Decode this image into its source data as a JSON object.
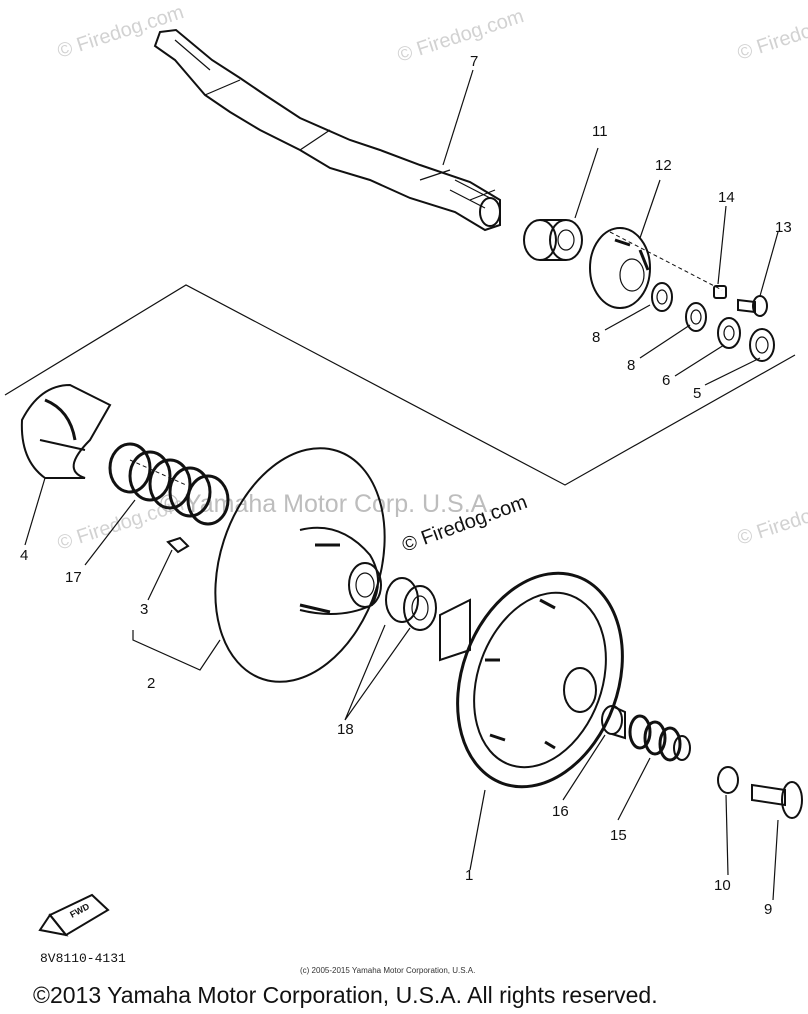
{
  "watermarks": {
    "firedog_small": "© Firedog.com",
    "firedog_center": "© Firedog.com",
    "yamaha_center": "© Yamaha Motor Corp. U.S.A."
  },
  "callouts": [
    {
      "id": "1",
      "label": "1"
    },
    {
      "id": "2",
      "label": "2"
    },
    {
      "id": "3",
      "label": "3"
    },
    {
      "id": "4",
      "label": "4"
    },
    {
      "id": "5",
      "label": "5"
    },
    {
      "id": "6",
      "label": "6"
    },
    {
      "id": "7",
      "label": "7"
    },
    {
      "id": "8a",
      "label": "8"
    },
    {
      "id": "8b",
      "label": "8"
    },
    {
      "id": "9",
      "label": "9"
    },
    {
      "id": "10",
      "label": "10"
    },
    {
      "id": "11",
      "label": "11"
    },
    {
      "id": "12",
      "label": "12"
    },
    {
      "id": "13",
      "label": "13"
    },
    {
      "id": "14",
      "label": "14"
    },
    {
      "id": "15",
      "label": "15"
    },
    {
      "id": "16",
      "label": "16"
    },
    {
      "id": "17",
      "label": "17"
    },
    {
      "id": "18",
      "label": "18"
    }
  ],
  "direction_badge": "FWD",
  "diagram_code": "8V8110-4131",
  "credit_line": "(c) 2005-2015 Yamaha Motor Corporation, U.S.A.",
  "copyright": "©2013 Yamaha Motor Corporation, U.S.A. All rights reserved."
}
